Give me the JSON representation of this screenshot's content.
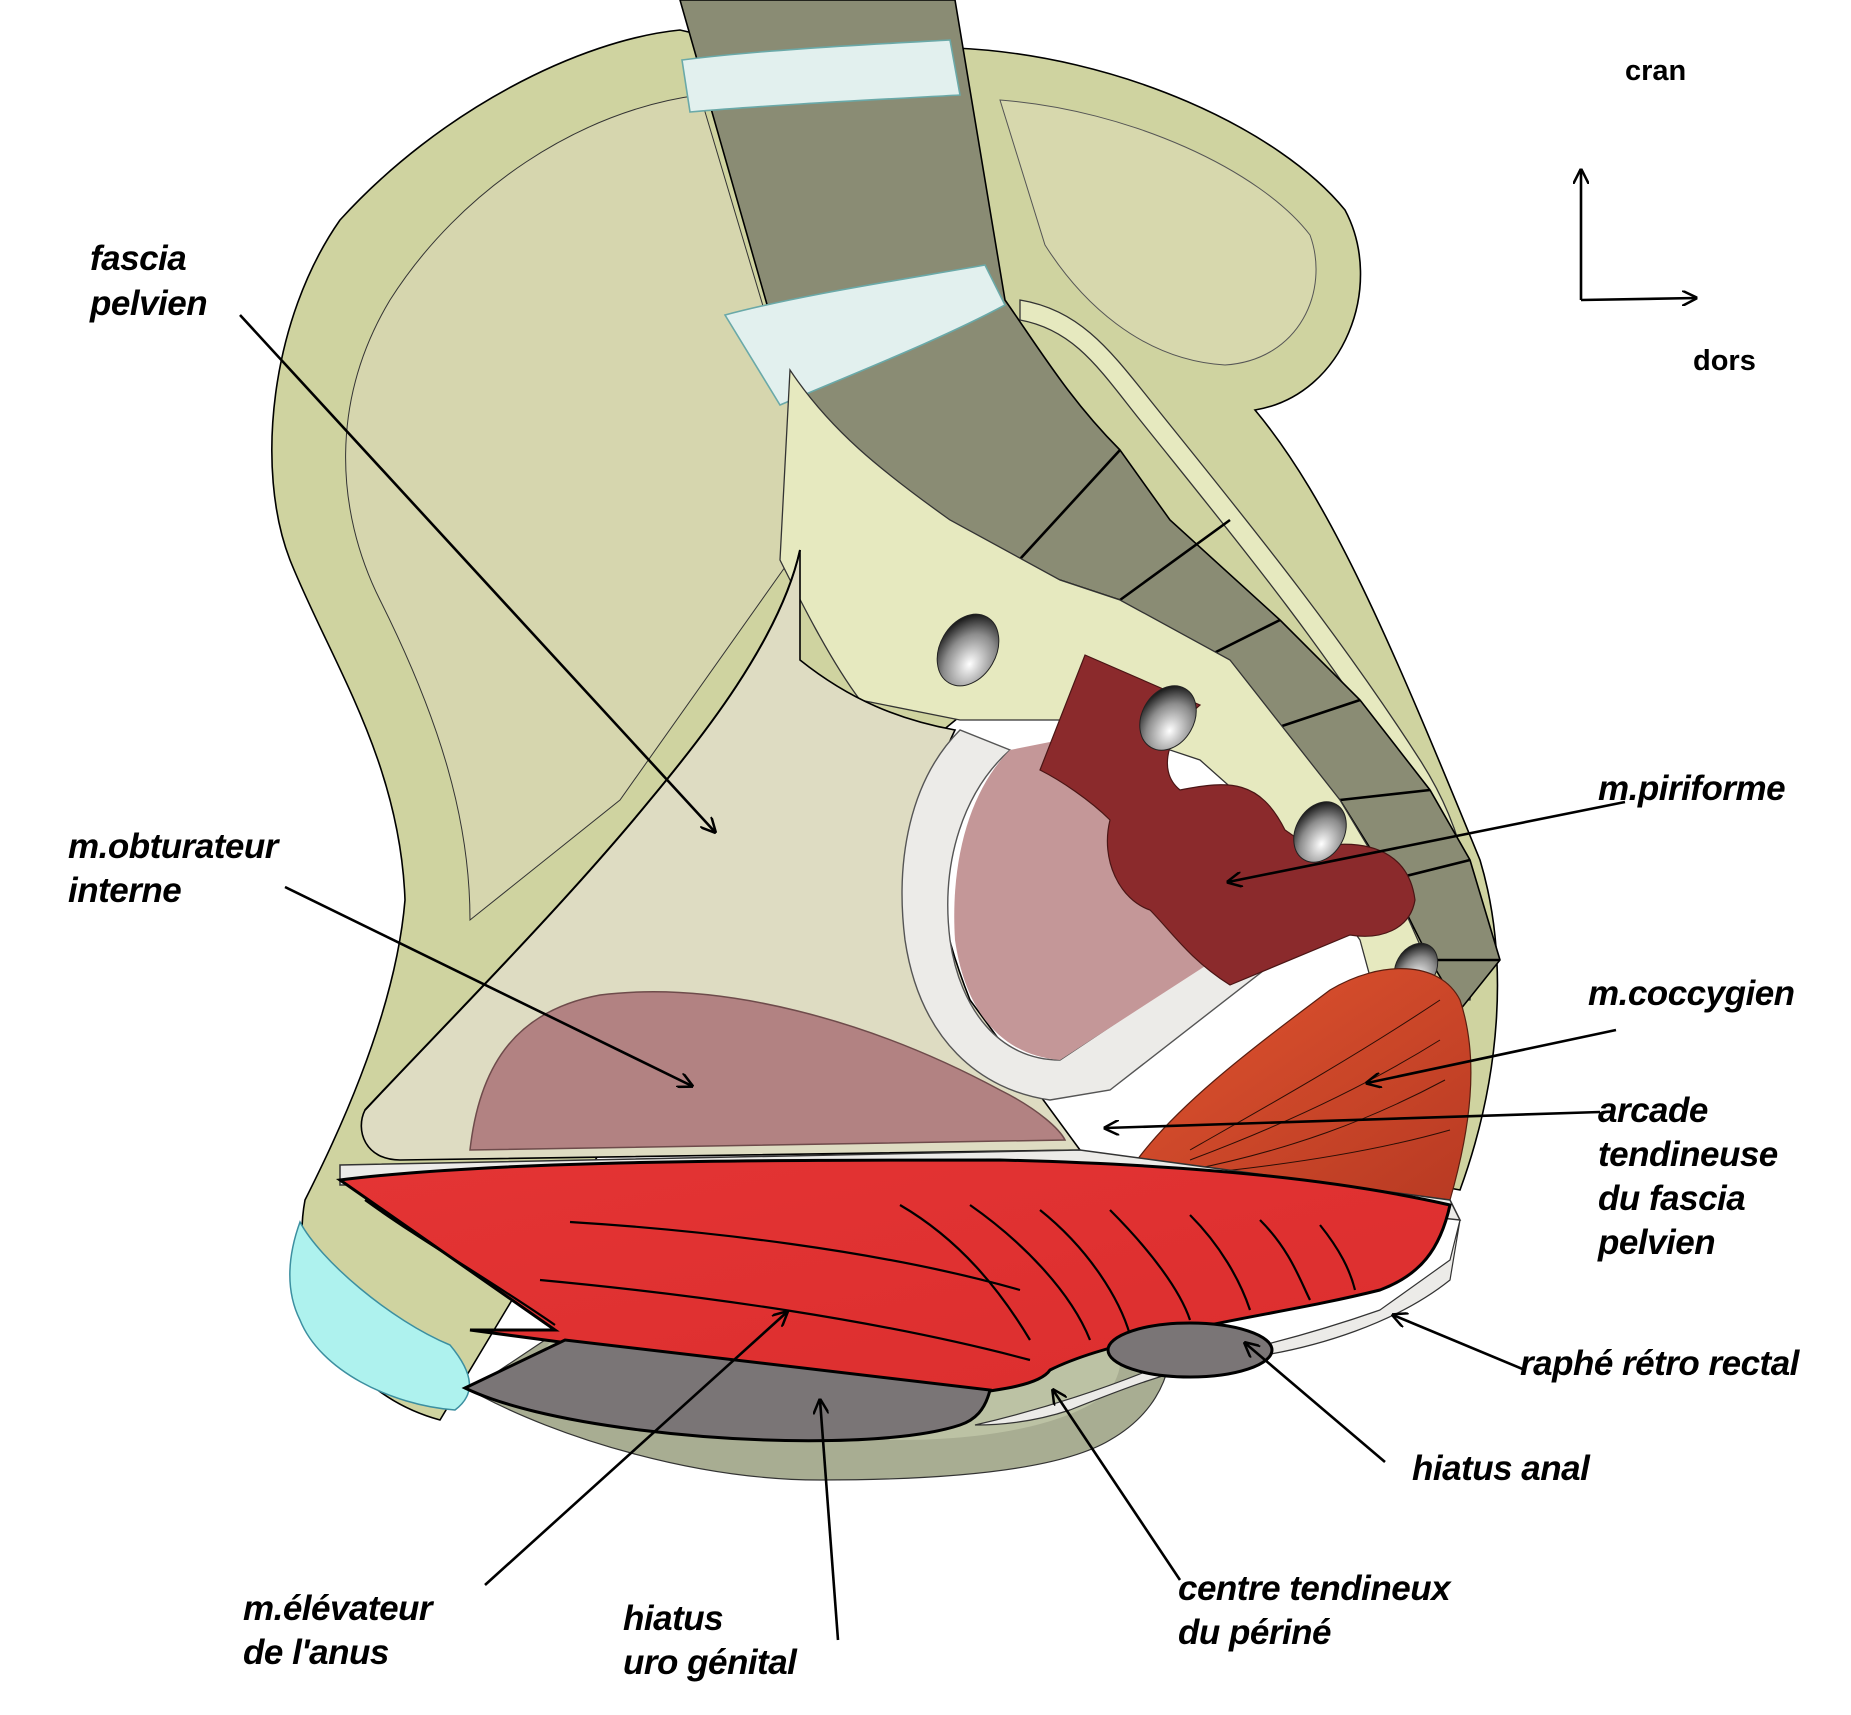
{
  "labels": {
    "fascia_l1": "fascia",
    "fascia_l2": "pelvien",
    "obturateur_l1": "m.obturateur",
    "obturateur_l2": "interne",
    "piriforme": "m.piriforme",
    "coccygien": "m.coccygien",
    "arcade_l1": "arcade",
    "arcade_l2": "tendineuse",
    "arcade_l3": "du fascia",
    "arcade_l4": "pelvien",
    "raphe": "raphé rétro rectal",
    "hiatus_anal": "hiatus anal",
    "centre_l1": "centre tendineux",
    "centre_l2": "du périné",
    "hiatus_ug_l1": "hiatus",
    "hiatus_ug_l2": "uro génital",
    "elevateur_l1": "m.élévateur",
    "elevateur_l2": "de l'anus"
  },
  "orientation": {
    "up": "cran",
    "right": "dors"
  },
  "colors": {
    "bone": "#cfd3a0",
    "bone_light": "#e6e9bf",
    "fascia_fill": "#dedcc2",
    "vertebra": "#8a8c74",
    "disc": "#e2f0ee",
    "obturator": "#b28282",
    "piriformis": "#8b2a2c",
    "piriformis_inner": "#c49798",
    "coccygeus": "#dd4e31",
    "levator": "#e03131",
    "hiatus": "#7a7576",
    "tendon": "#ecebe8",
    "pubis_cartilage": "#aef2ee"
  }
}
